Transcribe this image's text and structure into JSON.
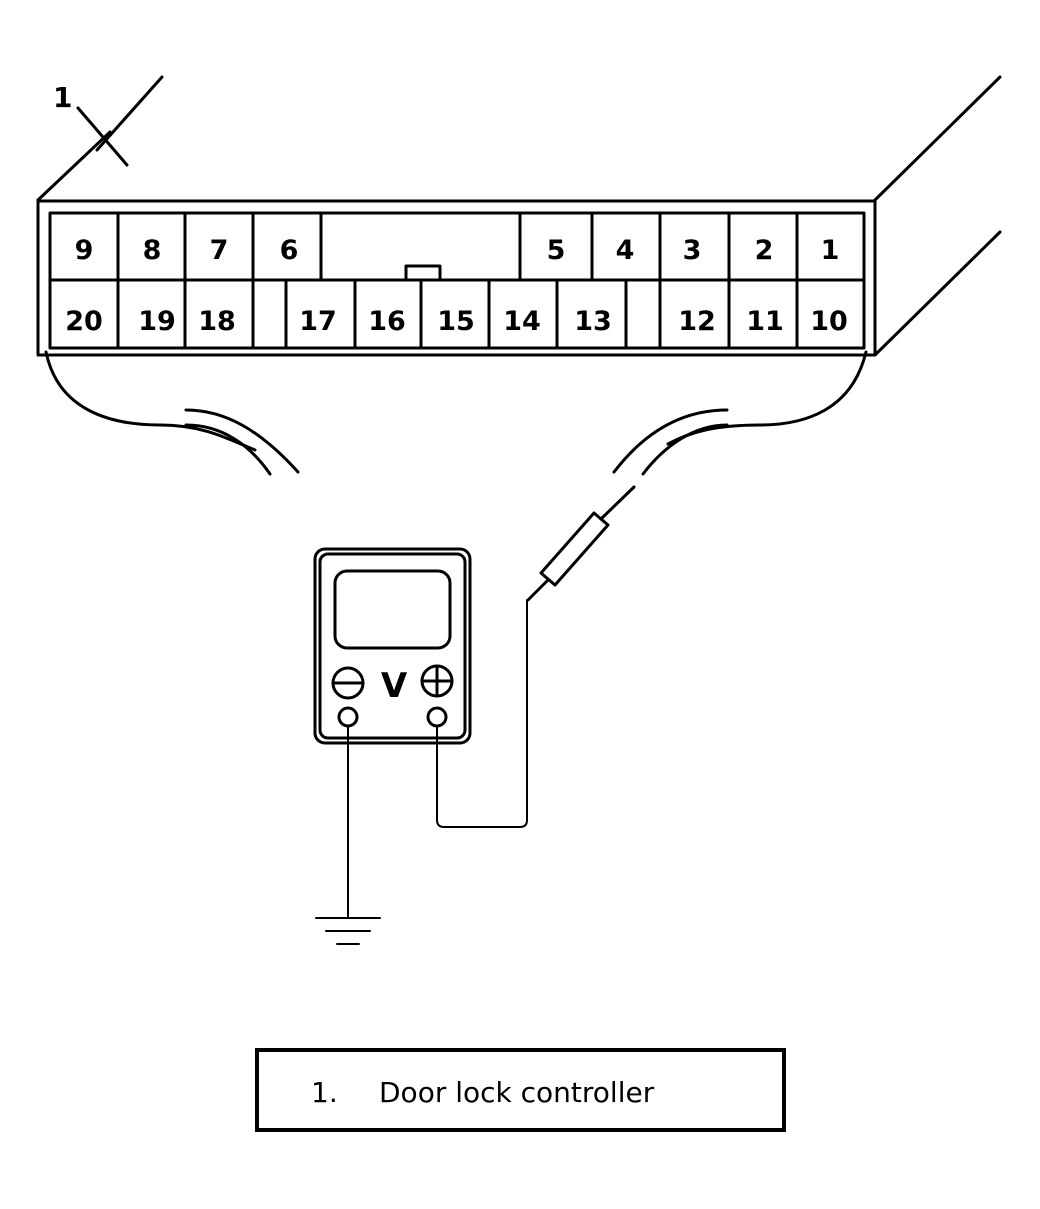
{
  "callout": {
    "number": "1"
  },
  "connector": {
    "top_row_pins": [
      "9",
      "8",
      "7",
      "6",
      "5",
      "4",
      "3",
      "2",
      "1"
    ],
    "bottom_row_pins": [
      "20",
      "19",
      "18",
      "17",
      "16",
      "15",
      "14",
      "13",
      "12",
      "11",
      "10"
    ]
  },
  "meter": {
    "label": "V",
    "negative_symbol": "minus-in-circle",
    "positive_symbol": "plus-in-circle"
  },
  "legend": {
    "number": "1.",
    "text": "Door lock controller"
  },
  "icons": [
    "ground-icon",
    "test-probe-icon",
    "voltmeter-icon"
  ]
}
